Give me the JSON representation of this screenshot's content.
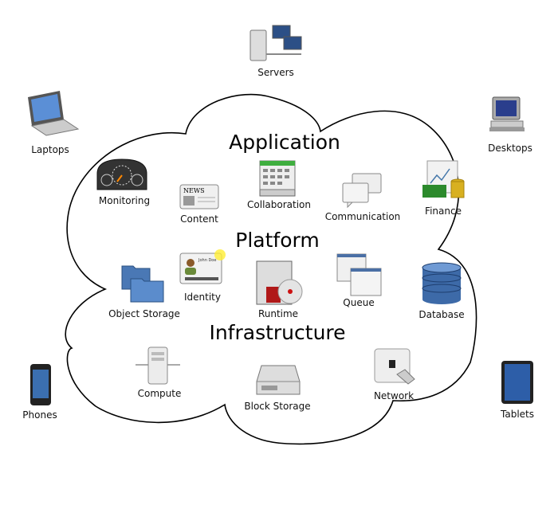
{
  "headings": {
    "application": "Application",
    "platform": "Platform",
    "infrastructure": "Infrastructure"
  },
  "devices": {
    "servers": "Servers",
    "laptops": "Laptops",
    "desktops": "Desktops",
    "phones": "Phones",
    "tablets": "Tablets"
  },
  "application": {
    "monitoring": "Monitoring",
    "content": "Content",
    "collaboration": "Collaboration",
    "communication": "Communication",
    "finance": "Finance"
  },
  "platform": {
    "object_storage": "Object Storage",
    "identity": "Identity",
    "runtime": "Runtime",
    "queue": "Queue",
    "database": "Database"
  },
  "infrastructure": {
    "compute": "Compute",
    "block_storage": "Block Storage",
    "network": "Network"
  },
  "icon_text": {
    "news": "NEWS",
    "id_name": "John Doe"
  },
  "colors": {
    "outline": "#000000",
    "blue": "#4a78b5",
    "green": "#2f9a3a",
    "red": "#b01818"
  }
}
